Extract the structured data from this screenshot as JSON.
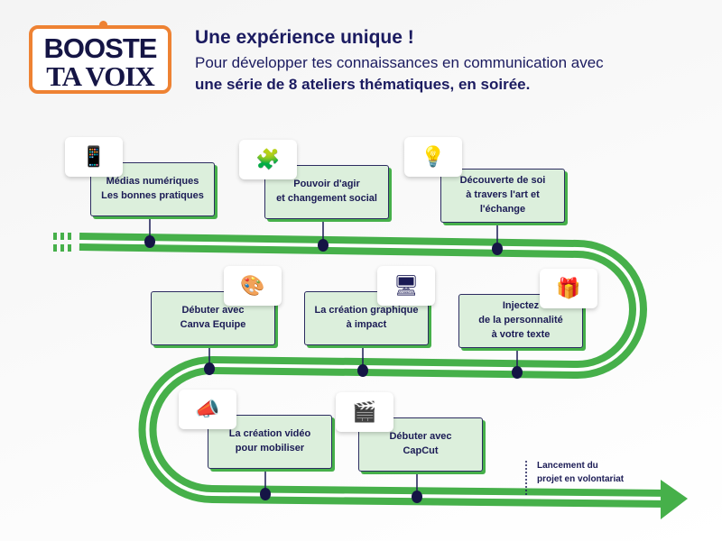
{
  "logo": {
    "line1": "BOOSTE",
    "line2": "TA VOIX"
  },
  "header": {
    "title": "Une expérience unique !",
    "subtitle_line1": "Pour développer tes connaissances en communication avec",
    "subtitle_line2": "une série de 8 ateliers thématiques, en soirée."
  },
  "workshops": [
    {
      "label": "Médias numériques\nLes bonnes pratiques",
      "icon": "social-media-phone-icon"
    },
    {
      "label": "Pouvoir d'agir\net changement social",
      "icon": "puzzle-hands-icon"
    },
    {
      "label": "Découverte de soi\nà travers l'art et\nl'échange",
      "icon": "lightbulb-icon"
    },
    {
      "label": "Débuter avec\nCanva Equipe",
      "icon": "canva-logo-icon"
    },
    {
      "label": "La création graphique\nà impact",
      "icon": "graphic-design-icon"
    },
    {
      "label": "Injectez\nde la personnalité\nà votre texte",
      "icon": "creativity-box-icon"
    },
    {
      "label": "La création vidéo\npour mobiliser",
      "icon": "video-megaphone-icon"
    },
    {
      "label": "Débuter avec\nCapCut",
      "icon": "film-camera-icon"
    }
  ],
  "milestone": {
    "label": "Lancement du\nprojet en volontariat"
  },
  "colors": {
    "green": "#46b04a",
    "navy": "#1b1b55",
    "orange": "#ee8233",
    "box": "#dcefdc"
  }
}
